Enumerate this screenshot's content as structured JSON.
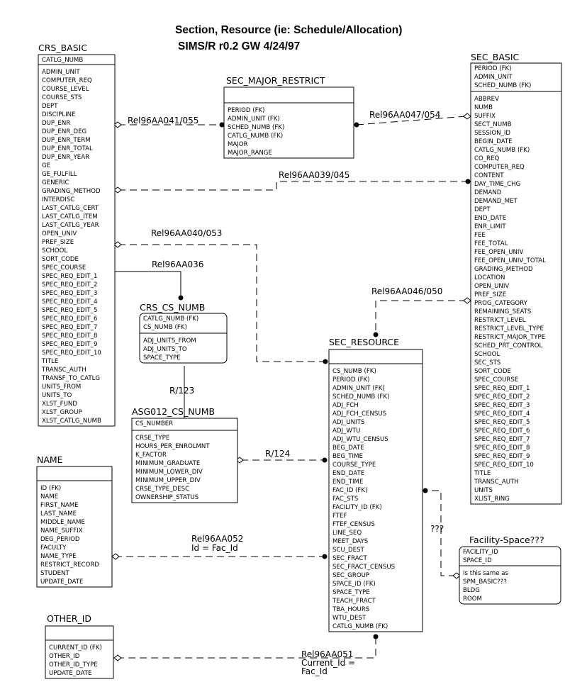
{
  "title": "Section, Resource  (ie: Schedule/Allocation)",
  "subtitle": "SIMS/R r0.2  GW 4/24/97",
  "entities": {
    "crs_basic": {
      "name": "CRS_BASIC",
      "keys": [
        "CATLG_NUMB"
      ],
      "attrs": [
        "ADMIN_UNIT",
        "COMPUTER_REQ",
        "COURSE_LEVEL",
        "COURSE_STS",
        "DEPT",
        "DISCIPLINE",
        "DUP_ENR",
        "DUP_ENR_DEG",
        "DUP_ENR_TERM",
        "DUP_ENR_TOTAL",
        "DUP_ENR_YEAR",
        "GE",
        "GE_FULFILL",
        "GENERIC",
        "GRADING_METHOD",
        "INTERDISC",
        "LAST_CATLG_CERT",
        "LAST_CATLG_ITEM",
        "LAST_CATLG_YEAR",
        "OPEN_UNIV",
        "PREF_SIZE",
        "SCHOOL",
        "SORT_CODE",
        "SPEC_COURSE",
        "SPEC_REQ_EDIT_1",
        "SPEC_REQ_EDIT_2",
        "SPEC_REQ_EDIT_3",
        "SPEC_REQ_EDIT_4",
        "SPEC_REQ_EDIT_5",
        "SPEC_REQ_EDIT_6",
        "SPEC_REQ_EDIT_7",
        "SPEC_REQ_EDIT_8",
        "SPEC_REQ_EDIT_9",
        "SPEC_REQ_EDIT_10",
        "TITLE",
        "TRANSC_AUTH",
        "TRANSF_TO_CATLG",
        "UNITS_FROM",
        "UNITS_TO",
        "XLST_FUND",
        "XLST_GROUP",
        "XLST_CATLG_NUMB"
      ]
    },
    "sec_major_restrict": {
      "name": "SEC_MAJOR_RESTRICT",
      "keys": [],
      "attrs": [
        "PERIOD (FK)",
        "ADMIN_UNIT (FK)",
        "SCHED_NUMB (FK)",
        "CATLG_NUMB (FK)",
        "MAJOR",
        "MAJOR_RANGE"
      ]
    },
    "sec_basic": {
      "name": "SEC_BASIC",
      "keys": [
        "PERIOD (FK)",
        "ADMIN_UNIT",
        "SCHED_NUMB (FK)"
      ],
      "attrs": [
        "ABBREV",
        "NUMB",
        "SUFFIX",
        "SECT_NUMB",
        "SESSION_ID",
        "BEGIN_DATE",
        "CATLG_NUMB (FK)",
        "CO_REQ",
        "COMPUTER_REQ",
        "CONTENT",
        "DAY_TIME_CHG",
        "DEMAND",
        "DEMAND_MET",
        "DEPT",
        "END_DATE",
        "ENR_LIMIT",
        "FEE",
        "FEE_TOTAL",
        "FEE_OPEN_UNIV",
        "FEE_OPEN_UNIV_TOTAL",
        "GRADING_METHOD",
        "LOCATION",
        "OPEN_UNIV",
        "PREF_SIZE",
        "PROG_CATEGORY",
        "REMAINING_SEATS",
        "RESTRICT_LEVEL",
        "RESTRICT_LEVEL_TYPE",
        "RESTRICT_MAJOR_TYPE",
        "SCHED_PRT_CONTROL",
        "SCHOOL",
        "SEC_STS",
        "SORT_CODE",
        "SPEC_COURSE",
        "SPEC_REQ_EDIT_1",
        "SPEC_REQ_EDIT_2",
        "SPEC_REQ_EDIT_3",
        "SPEC_REQ_EDIT_4",
        "SPEC_REQ_EDIT_5",
        "SPEC_REQ_EDIT_6",
        "SPEC_REQ_EDIT_7",
        "SPEC_REQ_EDIT_8",
        "SPEC_REQ_EDIT_9",
        "SPEC_REQ_EDIT_10",
        "TITLE",
        "TRANSC_AUTH",
        "UNITS",
        "XLIST_RING"
      ]
    },
    "crs_cs_numb": {
      "name": "CRS_CS_NUMB",
      "keys": [
        "CATLG_NUMB (FK)",
        "CS_NUMB (FK)"
      ],
      "attrs": [
        "ADJ_UNITS_FROM",
        "ADJ_UNITS_TO",
        "SPACE_TYPE"
      ]
    },
    "asg012_cs_numb": {
      "name": "ASG012_CS_NUMB",
      "keys": [
        "CS_NUMBER"
      ],
      "attrs": [
        "CRSE_TYPE",
        "HOURS_PER_ENROLMNT",
        "K_FACTOR",
        "MINIMUM_GRADUATE",
        "MINIMUM_LOWER_DIV",
        "MINIMUM_UPPER_DIV",
        "CRSE_TYPE_DESC",
        "OWNERSHIP_STATUS"
      ]
    },
    "sec_resource": {
      "name": "SEC_RESOURCE",
      "keys": [],
      "attrs": [
        "CS_NUMB (FK)",
        "PERIOD (FK)",
        "ADMIN_UNIT (FK)",
        "SCHED_NUMB (FK)",
        "ADJ_FCH",
        "ADJ_FCH_CENSUS",
        "ADJ_UNITS",
        "ADJ_WTU",
        "ADJ_WTU_CENSUS",
        "BEG_DATE",
        "BEG_TIME",
        "COURSE_TYPE",
        "END_DATE",
        "END_TIME",
        "FAC_ID (FK)",
        "FAC_STS",
        "FACILITY_ID (FK)",
        "FTEF",
        "FTEF_CENSUS",
        "LINE_SEQ",
        "MEET_DAYS",
        "SCU_DEST",
        "SEC_FRACT",
        "SEC_FRACT_CENSUS",
        "SEC_GROUP",
        "SPACE_ID (FK)",
        "SPACE_TYPE",
        "TEACH_FRACT",
        "TBA_HOURS",
        "WTU_DEST",
        "CATLG_NUMB (FK)"
      ]
    },
    "name_entity": {
      "name": "NAME",
      "keys": [],
      "attrs": [
        "ID (FK)",
        "NAME",
        "FIRST_NAME",
        "LAST_NAME",
        "MIDDLE_NAME",
        "NAME_SUFFIX",
        "DEG_PERIOD",
        "FACULTY",
        "NAME_TYPE",
        "RESTRICT_RECORD",
        "STUDENT",
        "UPDATE_DATE"
      ]
    },
    "facility_space": {
      "name": "Facility-Space???",
      "keys": [
        "FACILITY_ID",
        "SPACE_ID"
      ],
      "attrs": [
        "Is this same as",
        "SPM_BASIC???",
        "BLDG",
        "ROOM"
      ]
    },
    "other_id": {
      "name": "OTHER_ID",
      "keys": [],
      "attrs": [
        "CURRENT_ID (FK)",
        "OTHER_ID",
        "OTHER_ID_TYPE",
        "UPDATE_DATE"
      ]
    }
  },
  "relationships": {
    "r041": "Rel96AA041/055",
    "r047": "Rel96AA047/054",
    "r039": "Rel96AA039/045",
    "r040": "Rel96AA040/053",
    "r036": "Rel96AA036",
    "r046": "Rel96AA046/050",
    "r123": "R/123",
    "r124": "R/124",
    "r052a": "Rel96AA052",
    "r052b": "Id = Fac_Id",
    "rqqq": "???",
    "r051a": "Rel96AA051",
    "r051b": "Current_Id =",
    "r051c": "Fac_Id"
  }
}
